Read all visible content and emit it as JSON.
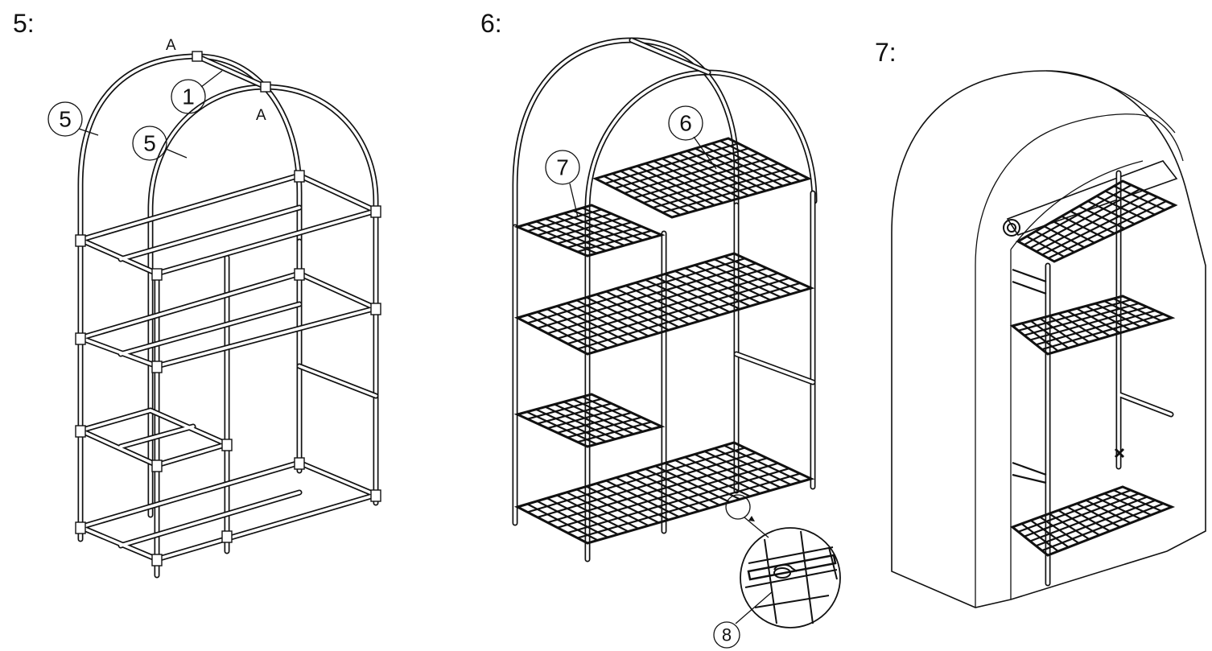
{
  "steps": [
    {
      "number": "5:"
    },
    {
      "number": "6:"
    },
    {
      "number": "7:"
    }
  ],
  "step5": {
    "letters": [
      "A",
      "A"
    ],
    "callouts": [
      "5",
      "1",
      "5"
    ]
  },
  "step6": {
    "callouts": [
      "6",
      "7",
      "8"
    ]
  }
}
